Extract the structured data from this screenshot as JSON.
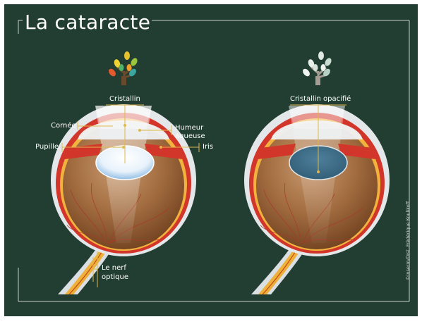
{
  "title": "La cataracte",
  "colors": {
    "background": "#223d32",
    "frame": "#c7d0ca",
    "label_line": "#e0b84a",
    "text": "#ffffff"
  },
  "healthy_eye": {
    "labels": {
      "cristallin": "Cristallin",
      "cornee": "Cornée",
      "humeur_line1": "Humeur",
      "humeur_line2": "aqueuse",
      "pupille": "Pupille",
      "iris": "Iris",
      "nerf_line1": "Le nerf",
      "nerf_line2": "optique"
    },
    "icon": "healthy-tree-icon"
  },
  "cataract_eye": {
    "labels": {
      "cristallin": "Cristallin opacifié"
    },
    "icon": "faded-tree-icon"
  },
  "credit": "©Inserm/Dist. Frédérique Koulikoff"
}
